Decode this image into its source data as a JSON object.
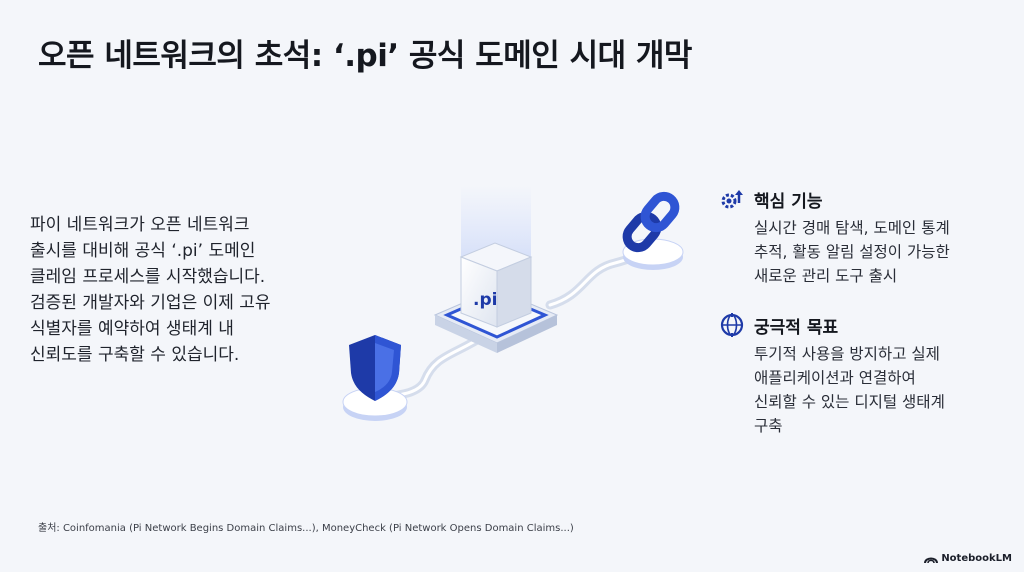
{
  "title": "오픈 네트워크의 초석: ‘.pi’ 공식 도메인 시대 개막",
  "body_lines": [
    "파이 네트워크가 오픈 네트워크",
    "출시를 대비해 공식 ‘.pi’ 도메인",
    "클레임 프로세스를 시작했습니다.",
    "검증된 개발자와 기업은 이제 고유",
    "식별자를 예약하여 생태계 내",
    "신뢰도를 구축할 수 있습니다."
  ],
  "cube_label": ".pi",
  "features": [
    {
      "icon": "gear-arrow-icon",
      "title": "핵심 기능",
      "desc_lines": [
        "실시간 경매 탐색, 도메인 통계",
        "추적, 활동 알림 설정이 가능한",
        "새로운 관리 도구 출시"
      ]
    },
    {
      "icon": "globe-target-icon",
      "title": "궁극적 목표",
      "desc_lines": [
        "투기적 사용을 방지하고 실제",
        "애플리케이션과 연결하여",
        "신뢰할 수 있는 디지털 생태계",
        "구축"
      ]
    }
  ],
  "source": "출처: Coinfomania (Pi Network Begins Domain Claims...), MoneyCheck (Pi Network Opens Domain Claims...)",
  "brand": "NotebookLM",
  "colors": {
    "background": "#f4f6fa",
    "accent_blue": "#1f3fb8",
    "light_blue": "#c9d6f6"
  }
}
